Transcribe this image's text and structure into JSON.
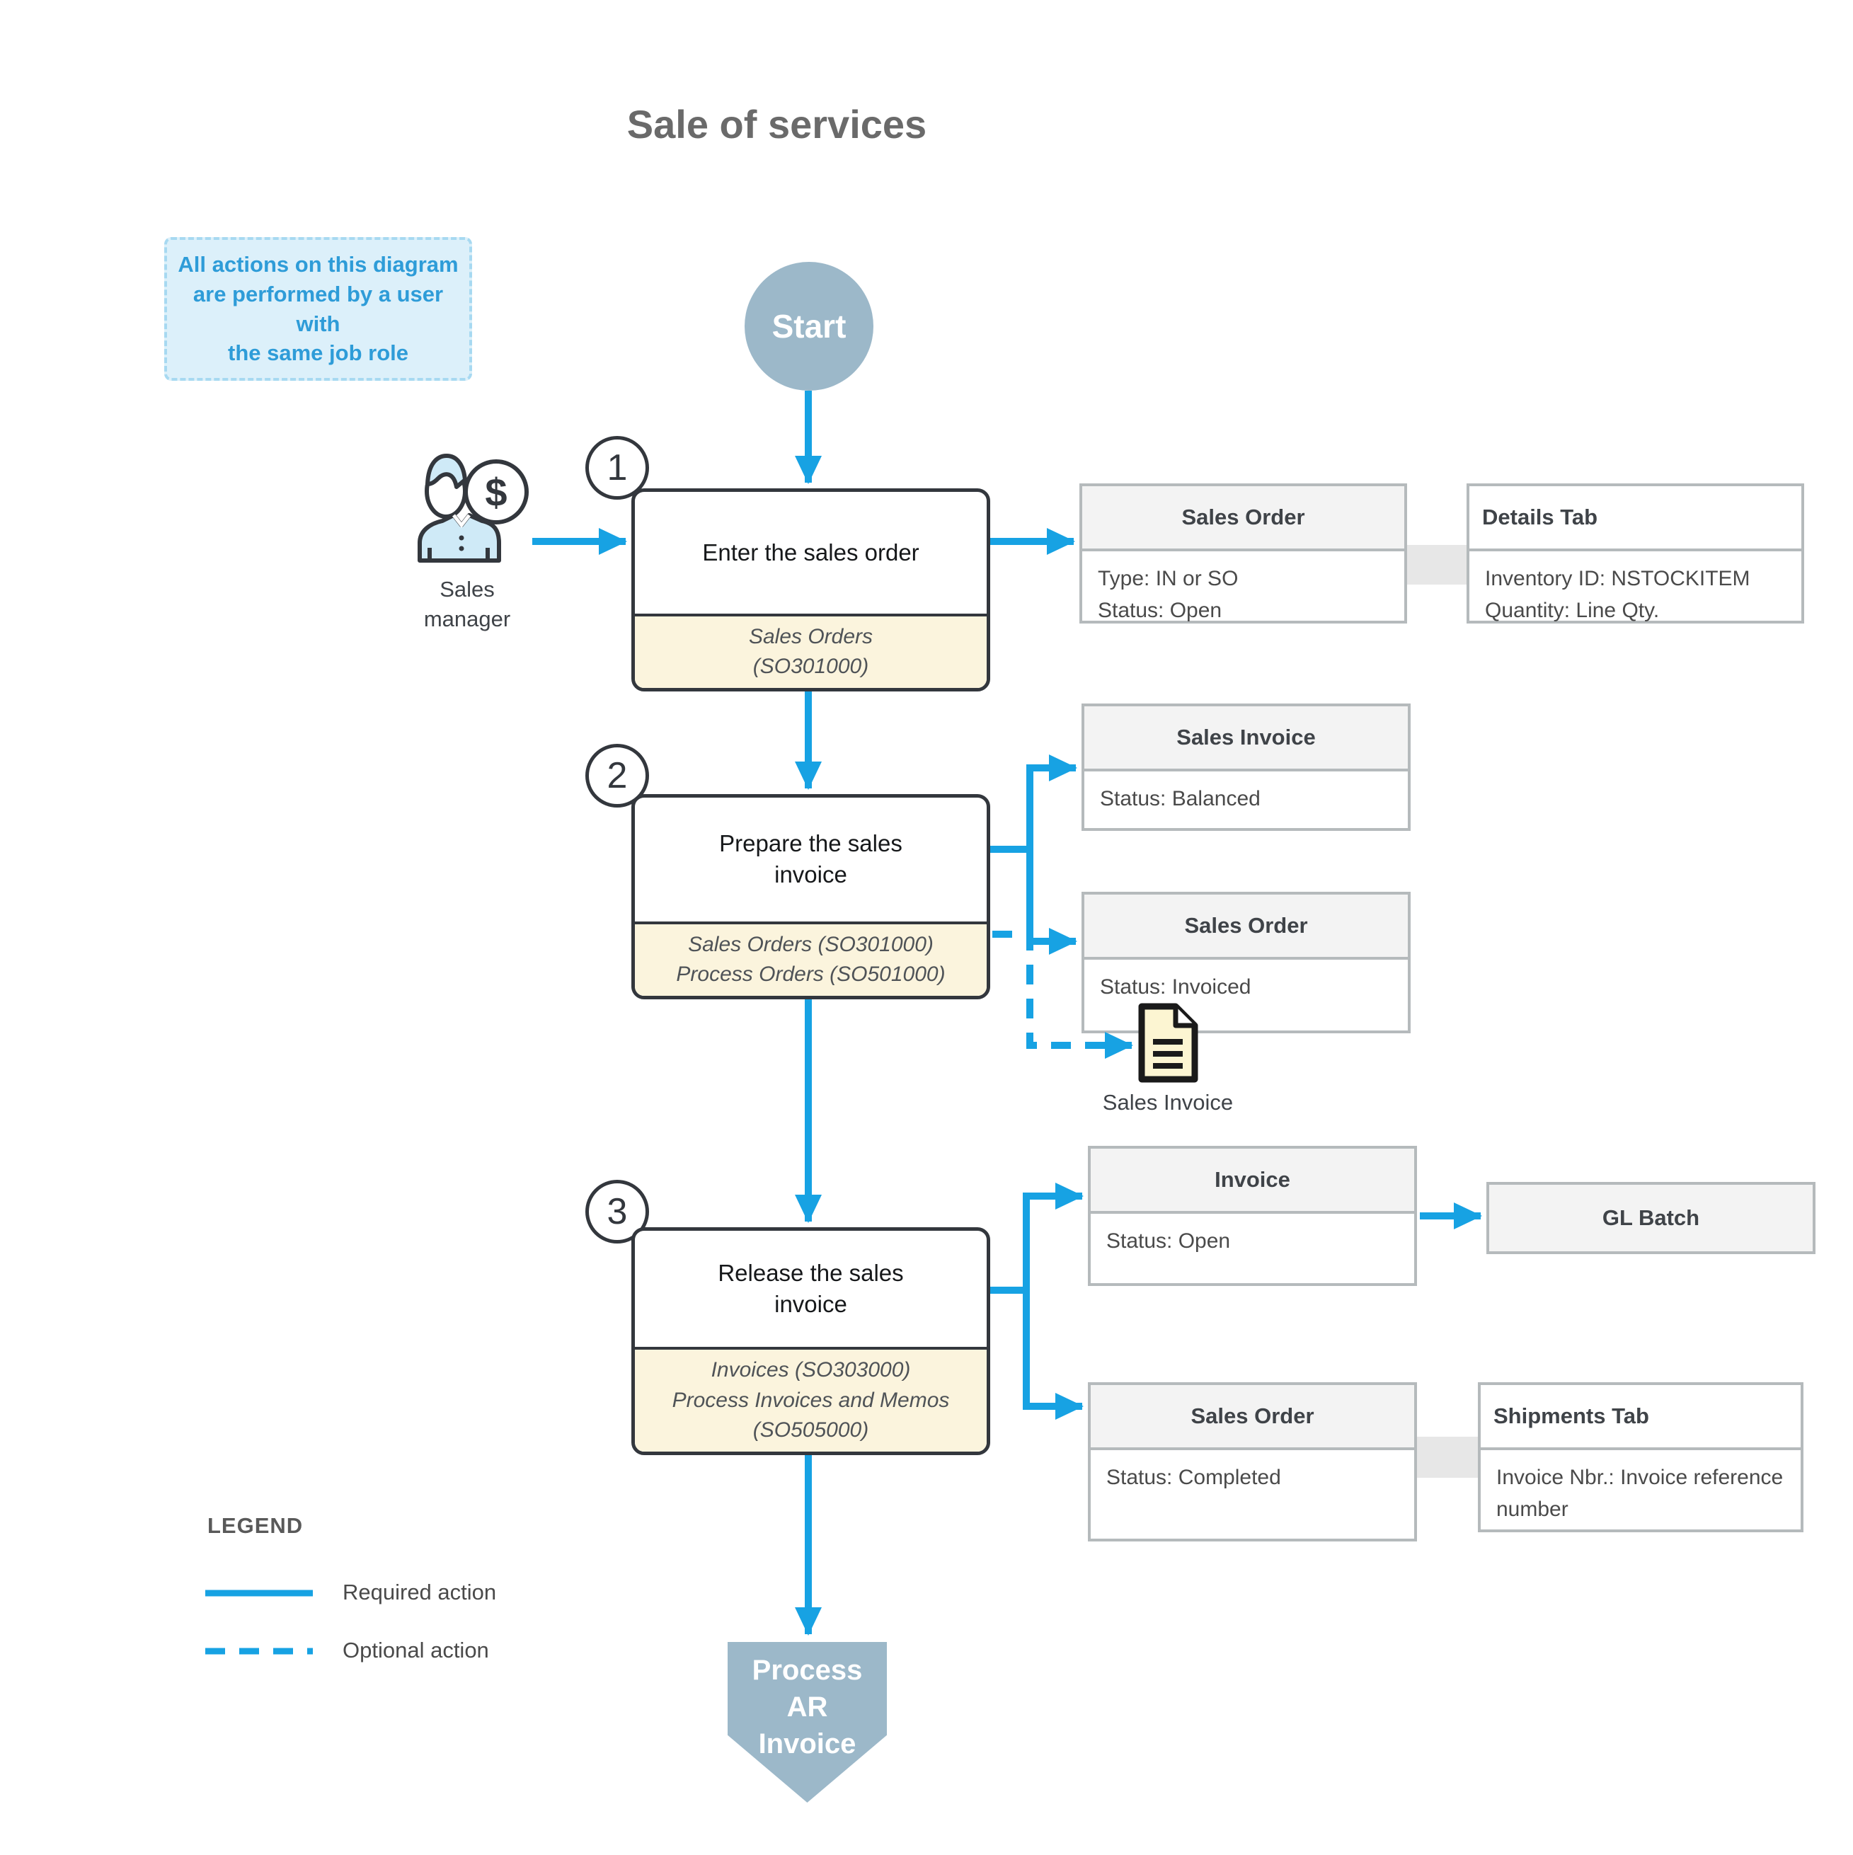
{
  "title": "Sale of services",
  "note_text": "All actions on this diagram\nare performed by a user with\nthe same job role",
  "start_label": "Start",
  "actor_label": "Sales\nmanager",
  "steps": [
    {
      "number": "1",
      "title": "Enter the sales order",
      "screens": "Sales Orders\n(SO301000)"
    },
    {
      "number": "2",
      "title": "Prepare the sales\ninvoice",
      "screens": "Sales Orders (SO301000)\nProcess Orders (SO501000)"
    },
    {
      "number": "3",
      "title": "Release the sales\ninvoice",
      "screens": "Invoices (SO303000)\nProcess Invoices and Memos\n(SO505000)"
    }
  ],
  "records": {
    "sales_order_1": {
      "title": "Sales Order",
      "body": "Type: IN or SO\nStatus: Open"
    },
    "details_tab": {
      "title": "Details Tab",
      "body": "Inventory ID: NSTOCKITEM\nQuantity: Line Qty."
    },
    "sales_invoice": {
      "title": "Sales Invoice",
      "body": "Status: Balanced"
    },
    "sales_order_2": {
      "title": "Sales Order",
      "body": "Status: Invoiced"
    },
    "invoice": {
      "title": "Invoice",
      "body": "Status: Open"
    },
    "gl_batch": {
      "title": "GL Batch"
    },
    "sales_order_3": {
      "title": "Sales Order",
      "body": "Status: Completed"
    },
    "shipments_tab": {
      "title": "Shipments Tab",
      "body": "Invoice Nbr.: Invoice reference\nnumber"
    }
  },
  "document_label": "Sales Invoice",
  "terminator_label": "Process\nAR\nInvoice",
  "legend": {
    "heading": "LEGEND",
    "required_label": "Required action",
    "optional_label": "Optional action"
  },
  "icons": {
    "dollar_glyph": "$"
  },
  "colors": {
    "arrow_blue": "#17a2e3",
    "terminal_fill": "#9cb8c9",
    "note_bg": "#dcf0fa",
    "note_border": "#a7d9f1",
    "note_text": "#2e9cd8",
    "step_border": "#33373d",
    "step_footer_bg": "#fbf4dd",
    "record_border": "#b5babc",
    "record_header_bg": "#f3f3f3",
    "document_fill": "#fcf5d2",
    "actor_fill": "#cfeaf7"
  }
}
